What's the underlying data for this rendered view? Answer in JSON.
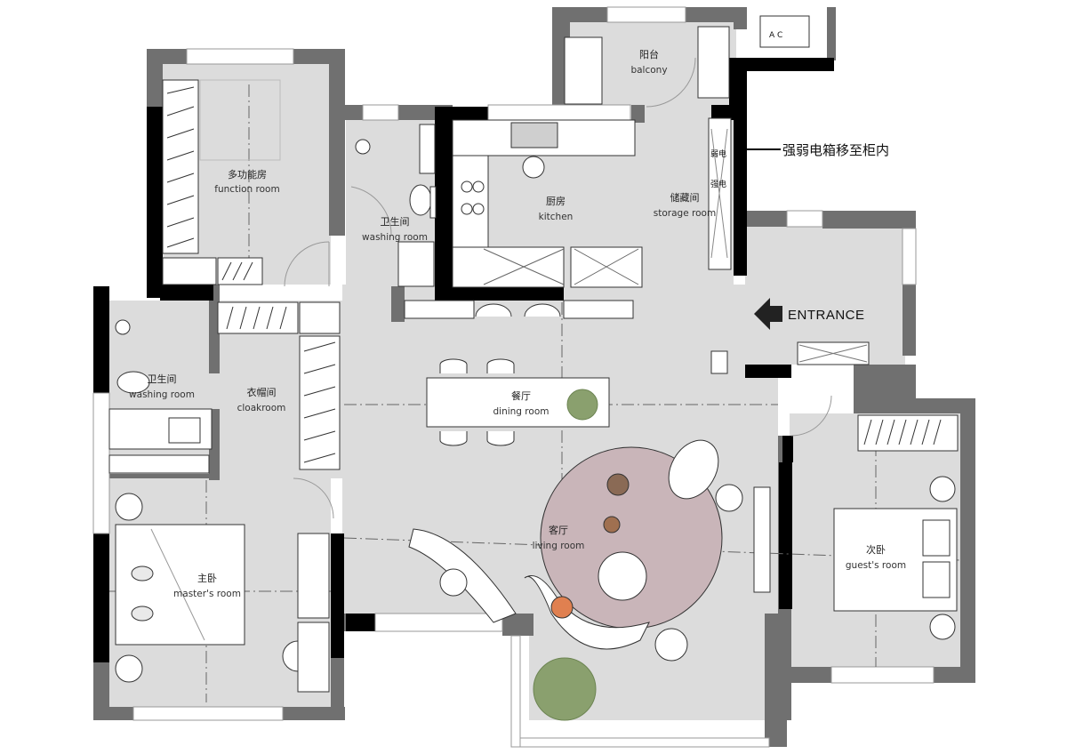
{
  "rooms": {
    "function_room": {
      "cn": "多功能房",
      "en": "function room"
    },
    "washing_room_top": {
      "cn": "卫生间",
      "en": "washing room"
    },
    "kitchen": {
      "cn": "厨房",
      "en": "kitchen"
    },
    "balcony": {
      "cn": "阳台",
      "en": "balcony"
    },
    "storage_room": {
      "cn": "储藏间",
      "en": "storage room"
    },
    "washing_room_left": {
      "cn": "卫生间",
      "en": "washing room"
    },
    "cloakroom": {
      "cn": "衣帽间",
      "en": "cloakroom"
    },
    "dining_room": {
      "cn": "餐厅",
      "en": "dining room"
    },
    "living_room": {
      "cn": "客厅",
      "en": "living room"
    },
    "masters_room": {
      "cn": "主卧",
      "en": "master's room"
    },
    "guests_room": {
      "cn": "次卧",
      "en": "guest's room"
    }
  },
  "annotations": {
    "electric_box_note": "强弱电箱移至柜内",
    "weak_box": "弱电",
    "strong_box": "强电",
    "entrance": "ENTRANCE",
    "washer_letters": "A C"
  },
  "colors": {
    "floor": "#dcdcdc",
    "wall_black": "#000000",
    "wall_grey": "#707070",
    "rug": "#c9b5b9",
    "plant": "#8aa06e",
    "line": "#555555"
  }
}
